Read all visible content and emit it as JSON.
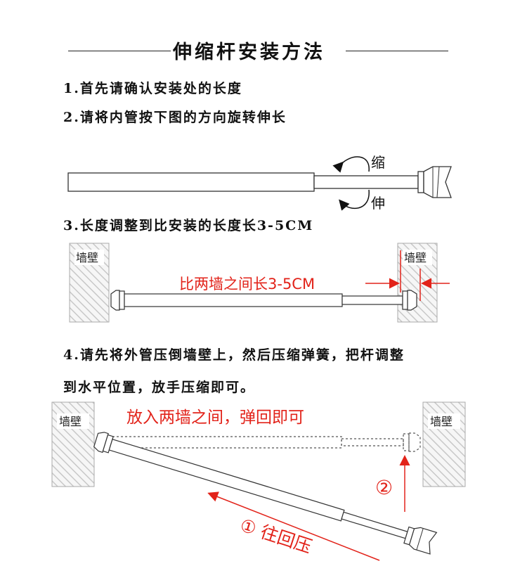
{
  "title": "伸缩杆安装方法",
  "steps": {
    "s1": "1.首先请确认安装处的长度",
    "s2": "2.请将内管按下图的方向旋转伸长",
    "s3": "3.长度调整到比安装的长度长3-5CM",
    "s4a": "4.请先将外管压倒墙壁上，然后压缩弹簧，把杆调整",
    "s4b": "到水平位置，放手压缩即可。"
  },
  "diagram1": {
    "shrink_label": "缩",
    "extend_label": "伸"
  },
  "diagram2": {
    "wall_left": "墙壁",
    "wall_right": "墙壁",
    "note": "比两墙之间长3-5CM"
  },
  "diagram3": {
    "wall_left": "墙壁",
    "wall_right": "墙壁",
    "note": "放入两墙之间，弹回即可",
    "step1": "① 往回压",
    "step2": "②"
  },
  "colors": {
    "accent": "#e2231a",
    "line": "#333333"
  }
}
